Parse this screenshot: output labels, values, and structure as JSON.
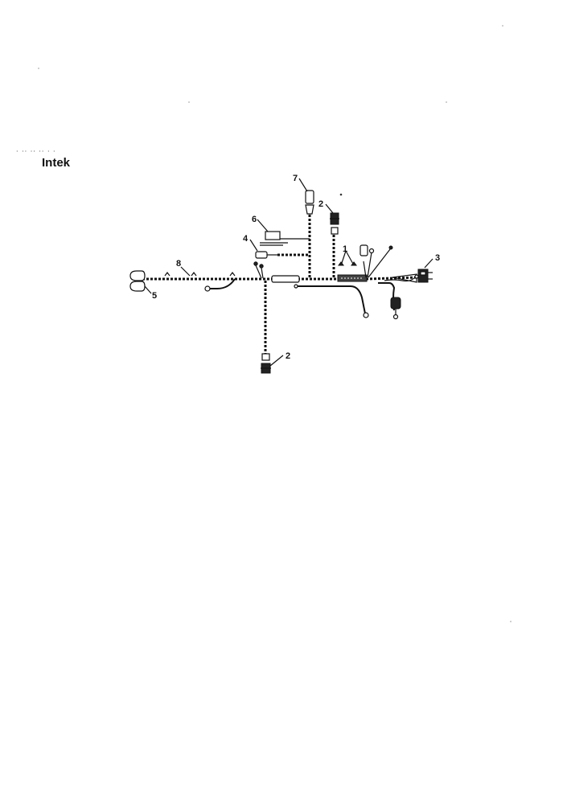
{
  "header": {
    "title": "Intek",
    "dots": "· ·· ·· ·· · ·"
  },
  "callouts": {
    "c1": "1",
    "c2a": "2",
    "c2b": "2",
    "c3": "3",
    "c4": "4",
    "c5": "5",
    "c6": "6",
    "c7": "7",
    "c8": "8"
  }
}
